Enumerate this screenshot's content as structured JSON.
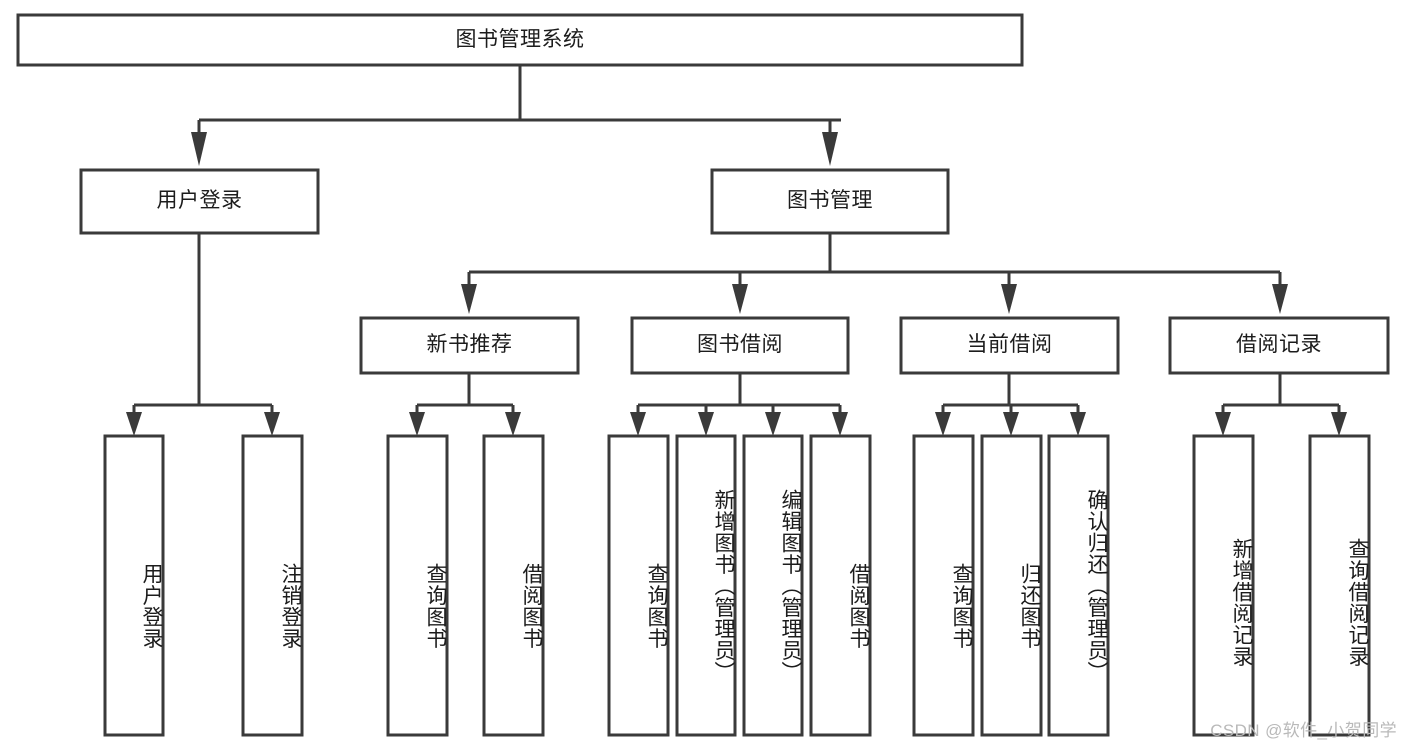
{
  "diagram": {
    "type": "tree-hierarchy",
    "title": "图书管理系统",
    "watermark": "CSDN @软件_小贺同学",
    "colors": {
      "box_stroke": "#3a3a3a",
      "box_fill": "#ffffff",
      "connector": "#3a3a3a",
      "text": "#1c1c1c",
      "watermark": "#b9b9b9",
      "background": "#ffffff"
    },
    "levels": [
      {
        "level": 1,
        "nodes": [
          {
            "id": "root",
            "label": "图书管理系统",
            "orientation": "horizontal"
          }
        ]
      },
      {
        "level": 2,
        "nodes": [
          {
            "id": "user-login",
            "label": "用户登录",
            "orientation": "horizontal",
            "parent": "root"
          },
          {
            "id": "book-manage",
            "label": "图书管理",
            "orientation": "horizontal",
            "parent": "root"
          }
        ]
      },
      {
        "level": 3,
        "nodes": [
          {
            "id": "new-book-rec",
            "label": "新书推荐",
            "orientation": "horizontal",
            "parent": "book-manage"
          },
          {
            "id": "book-borrow",
            "label": "图书借阅",
            "orientation": "horizontal",
            "parent": "book-manage"
          },
          {
            "id": "current-borrow",
            "label": "当前借阅",
            "orientation": "horizontal",
            "parent": "book-manage"
          },
          {
            "id": "borrow-record",
            "label": "借阅记录",
            "orientation": "horizontal",
            "parent": "book-manage"
          }
        ]
      },
      {
        "level": 4,
        "nodes": [
          {
            "id": "leaf-user-login",
            "label": "用户登录",
            "orientation": "vertical",
            "parent": "user-login"
          },
          {
            "id": "leaf-user-logout",
            "label": "注销登录",
            "orientation": "vertical",
            "parent": "user-login"
          },
          {
            "id": "leaf-rec-query",
            "label": "查询图书",
            "orientation": "vertical",
            "parent": "new-book-rec"
          },
          {
            "id": "leaf-rec-borrow",
            "label": "借阅图书",
            "orientation": "vertical",
            "parent": "new-book-rec"
          },
          {
            "id": "leaf-borrow-query",
            "label": "查询图书",
            "orientation": "vertical",
            "parent": "book-borrow"
          },
          {
            "id": "leaf-borrow-add",
            "label": "新增图书（管理员）",
            "orientation": "vertical",
            "parent": "book-borrow"
          },
          {
            "id": "leaf-borrow-edit",
            "label": "编辑图书（管理员）",
            "orientation": "vertical",
            "parent": "book-borrow"
          },
          {
            "id": "leaf-borrow-lend",
            "label": "借阅图书",
            "orientation": "vertical",
            "parent": "book-borrow"
          },
          {
            "id": "leaf-cur-query",
            "label": "查询图书",
            "orientation": "vertical",
            "parent": "current-borrow"
          },
          {
            "id": "leaf-cur-return",
            "label": "归还图书",
            "orientation": "vertical",
            "parent": "current-borrow"
          },
          {
            "id": "leaf-cur-confirm",
            "label": "确认归还（管理员）",
            "orientation": "vertical",
            "parent": "current-borrow"
          },
          {
            "id": "leaf-rec-add",
            "label": "新增借阅记录",
            "orientation": "vertical",
            "parent": "borrow-record"
          },
          {
            "id": "leaf-rec-search",
            "label": "查询借阅记录",
            "orientation": "vertical",
            "parent": "borrow-record"
          }
        ]
      }
    ]
  }
}
